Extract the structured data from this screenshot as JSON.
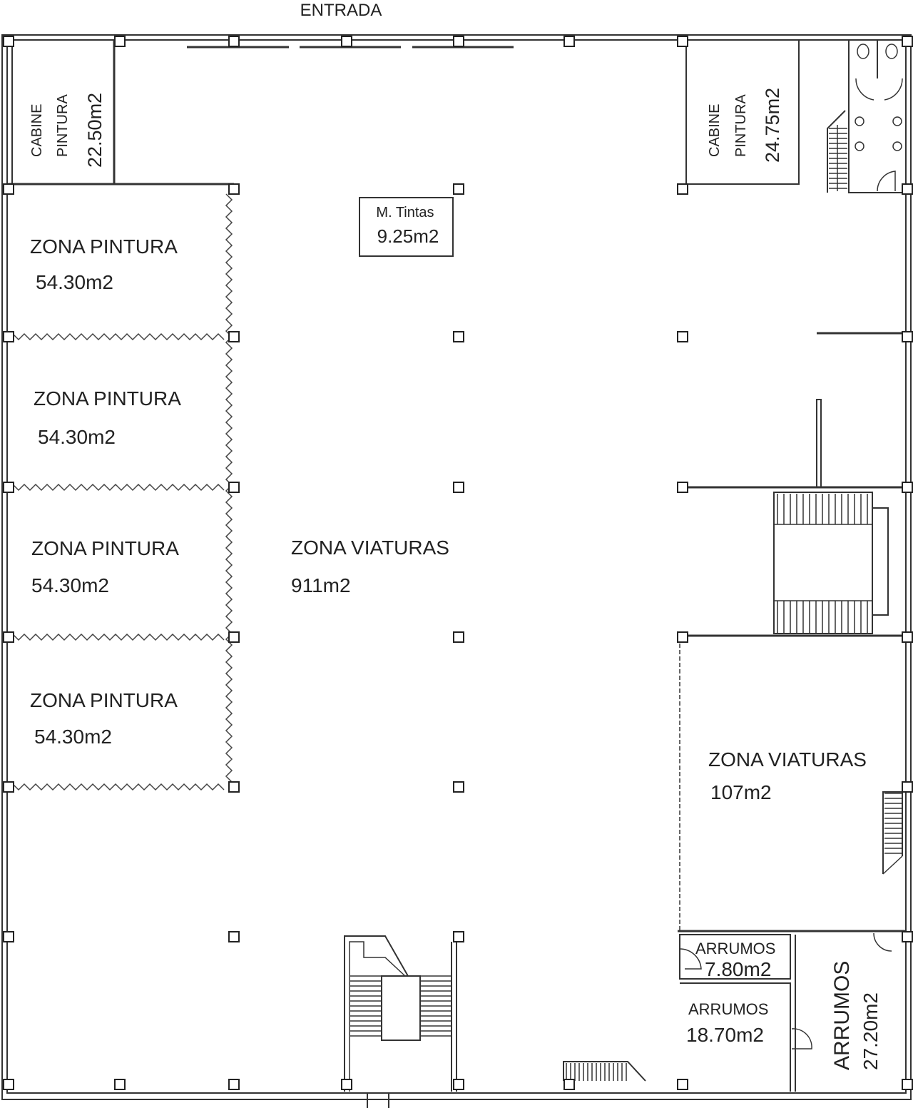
{
  "title": "ENTRADA",
  "rooms": {
    "cabine_left": {
      "name_1": "CABINE",
      "name_2": "PINTURA",
      "area": "22.50m2"
    },
    "cabine_right": {
      "name_1": "CABINE",
      "name_2": "PINTURA",
      "area": "24.75m2"
    },
    "tintas": {
      "name": "M. Tintas",
      "area": "9.25m2"
    },
    "zona_pintura": [
      {
        "name": "ZONA PINTURA",
        "area": "54.30m2"
      },
      {
        "name": "ZONA PINTURA",
        "area": "54.30m2"
      },
      {
        "name": "ZONA PINTURA",
        "area": "54.30m2"
      },
      {
        "name": "ZONA PINTURA",
        "area": "54.30m2"
      }
    ],
    "viaturas_main": {
      "name": "ZONA VIATURAS",
      "area": "911m2"
    },
    "viaturas_right": {
      "name": "ZONA VIATURAS",
      "area": "107m2"
    },
    "arrumos_small": {
      "name": "ARRUMOS",
      "area": "7.80m2"
    },
    "arrumos_mid": {
      "name": "ARRUMOS",
      "area": "18.70m2"
    },
    "arrumos_large": {
      "name": "ARRUMOS",
      "area": "27.20m2"
    }
  }
}
